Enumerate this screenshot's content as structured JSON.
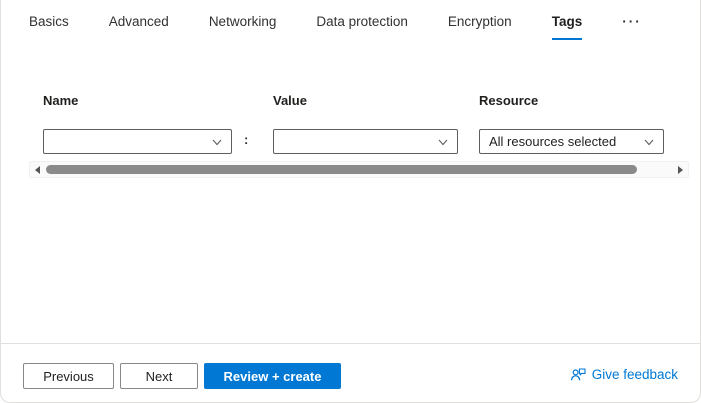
{
  "tabs": {
    "items": [
      {
        "label": "Basics",
        "active": false
      },
      {
        "label": "Advanced",
        "active": false
      },
      {
        "label": "Networking",
        "active": false
      },
      {
        "label": "Data protection",
        "active": false
      },
      {
        "label": "Encryption",
        "active": false
      },
      {
        "label": "Tags",
        "active": true
      }
    ],
    "overflow_label": "···"
  },
  "tag_editor": {
    "columns": [
      {
        "label": "Name"
      },
      {
        "label": "Value"
      },
      {
        "label": "Resource"
      }
    ],
    "rows": [
      {
        "name_value": "",
        "separator": ":",
        "value_value": "",
        "resource_value": "All resources selected"
      }
    ]
  },
  "scrollbar": {
    "orientation": "horizontal"
  },
  "footer": {
    "previous_label": "Previous",
    "next_label": "Next",
    "review_create_label": "Review + create",
    "feedback_label": "Give feedback"
  },
  "colors": {
    "accent": "#0078d4",
    "tab_text": "#323130",
    "field_border": "#605e5c",
    "button_border": "#8a8886",
    "divider": "#e1dfdd",
    "scrollbar_thumb": "#8a8a8a"
  }
}
